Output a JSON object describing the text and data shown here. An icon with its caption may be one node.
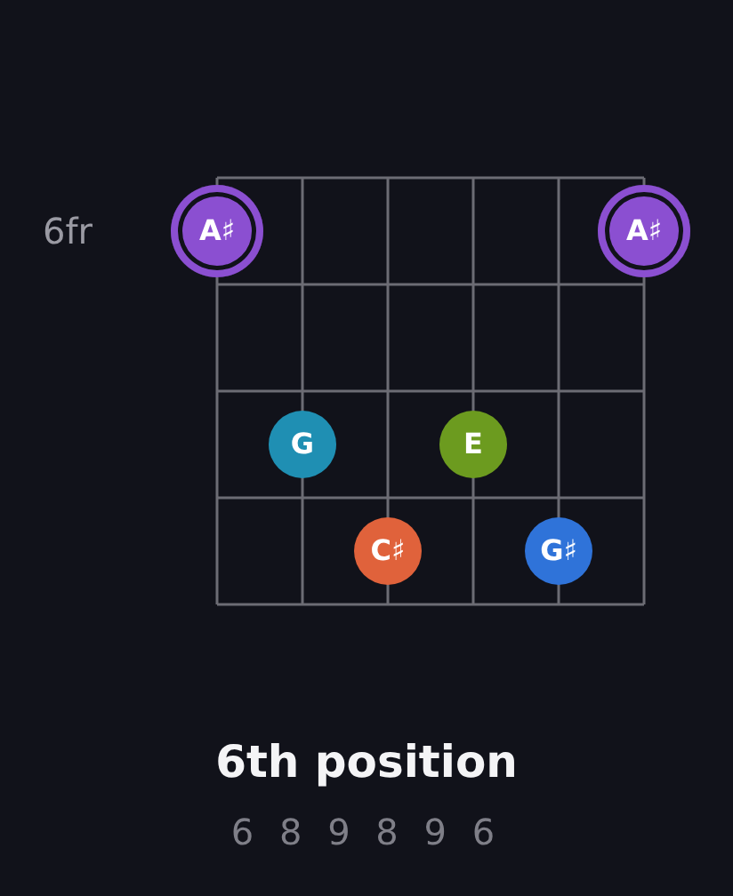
{
  "diagram": {
    "title": "6th position",
    "caption": "6 8 9 8 9 6",
    "nodes": [
      {
        "text": [
          "A♯"
        ]
      },
      {
        "text": [
          "A♯"
        ]
      },
      {
        "text": [
          "G"
        ]
      },
      {
        "text": [
          "E"
        ]
      },
      {
        "text": [
          "C♯"
        ]
      },
      {
        "text": [
          "G♯"
        ]
      }
    ],
    "labels": [
      "6fr"
    ]
  }
}
